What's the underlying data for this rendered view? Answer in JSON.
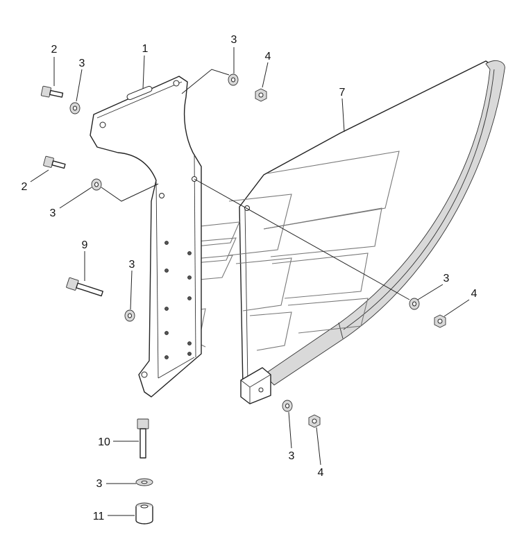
{
  "diagram": {
    "callouts": [
      {
        "id": "c1",
        "label": "1"
      },
      {
        "id": "c2a",
        "label": "2"
      },
      {
        "id": "c2b",
        "label": "2"
      },
      {
        "id": "c3a",
        "label": "3"
      },
      {
        "id": "c3b",
        "label": "3"
      },
      {
        "id": "c3c",
        "label": "3"
      },
      {
        "id": "c3d",
        "label": "3"
      },
      {
        "id": "c3e",
        "label": "3"
      },
      {
        "id": "c3f",
        "label": "3"
      },
      {
        "id": "c3g",
        "label": "3"
      },
      {
        "id": "c4a",
        "label": "4"
      },
      {
        "id": "c4b",
        "label": "4"
      },
      {
        "id": "c4c",
        "label": "4"
      },
      {
        "id": "c7",
        "label": "7"
      },
      {
        "id": "c9",
        "label": "9"
      },
      {
        "id": "c10",
        "label": "10"
      },
      {
        "id": "c11",
        "label": "11"
      }
    ]
  }
}
